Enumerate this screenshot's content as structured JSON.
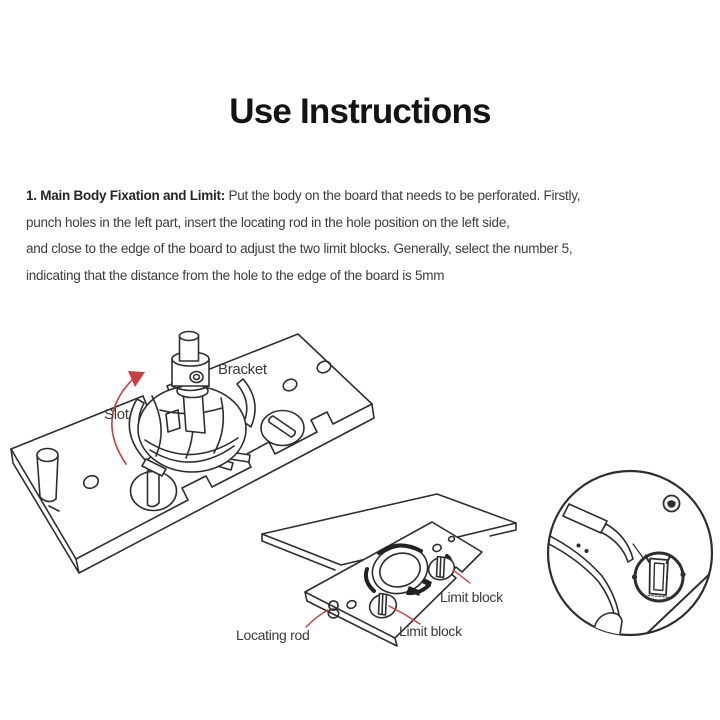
{
  "title": "Use Instructions",
  "instructions": {
    "bold_lead": "1. Main Body Fixation and Limit:",
    "body": " Put the body on the board that needs to be perforated. Firstly,\npunch holes in the left part, insert the locating rod in the hole position on the left side,\nand close to the edge of the board to adjust the two limit blocks. Generally, select the number 5,\nindicating that the distance from the hole to the edge of the board is 5mm"
  },
  "diagram": {
    "labels": {
      "bracket": "Bracket",
      "slot": "Slot",
      "limit_block_right": "Limit block",
      "limit_block_bottom": "Limit block",
      "locating_rod": "Locating rod"
    },
    "colors": {
      "line": "#2e2e2e",
      "accent_red": "#c94043",
      "label_text": "#3a3a3a"
    }
  }
}
